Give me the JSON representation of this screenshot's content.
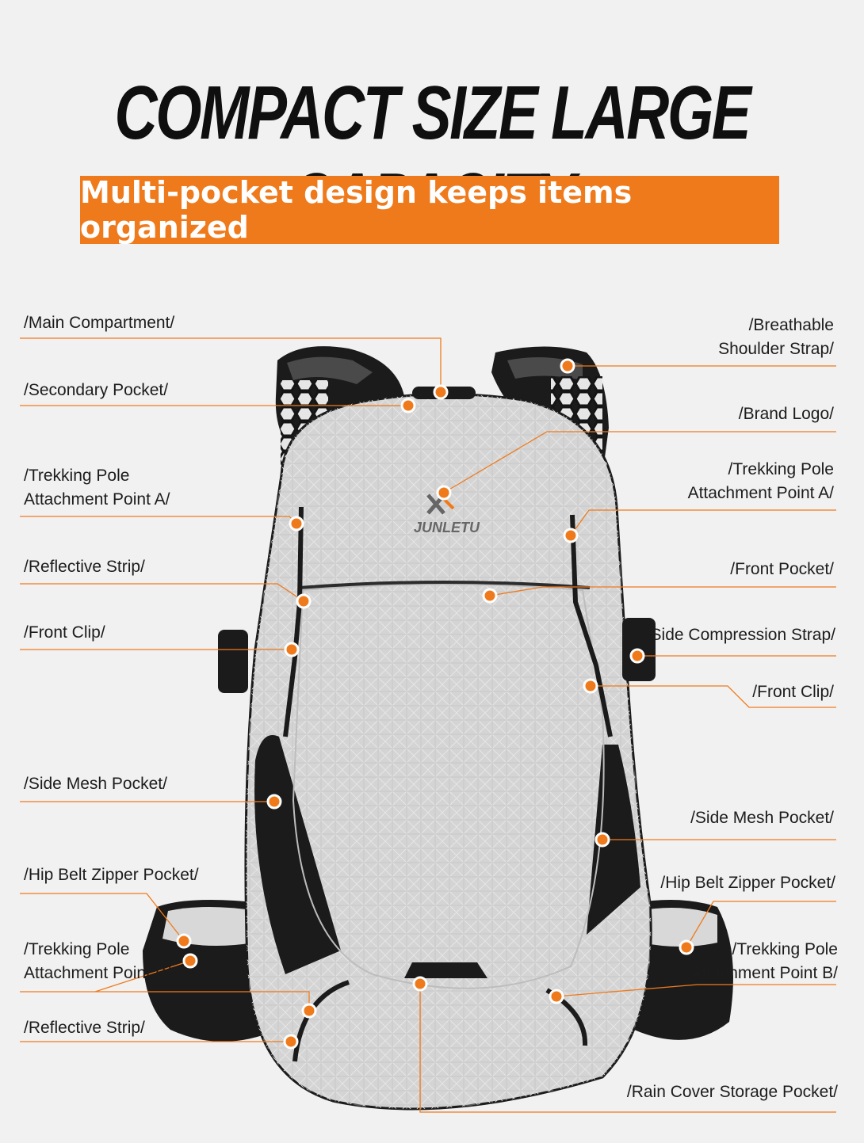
{
  "headline": "COMPACT SIZE LARGE CAPACITY",
  "banner": "Multi-pocket design keeps items organized",
  "brand_mark": "JUNLETU",
  "colors": {
    "accent": "#ef7a1c",
    "background": "#f1f1f1",
    "pack_body": "#d4d4d4",
    "pack_trim": "#1a1a1a",
    "text": "#1c1c1c"
  },
  "labels_left": [
    "/Main Compartment/",
    "/Secondary Pocket/",
    "/Trekking Pole\nAttachment Point A/",
    "/Reflective Strip/",
    "/Front Clip/",
    "/Side Mesh Pocket/",
    "/Hip Belt Zipper Pocket/",
    "/Trekking Pole\nAttachment Point B/",
    "/Reflective Strip/"
  ],
  "labels_right": [
    "/Breathable\nShoulder Strap/",
    "/Brand Logo/",
    "/Trekking Pole\nAttachment Point A/",
    "/Front Pocket/",
    "/Side Compression Strap/",
    "/Front Clip/",
    "/Side Mesh Pocket/",
    "/Hip Belt Zipper Pocket/",
    "/Trekking Pole\nAttachment Point B/",
    "/Rain Cover Storage Pocket/"
  ]
}
